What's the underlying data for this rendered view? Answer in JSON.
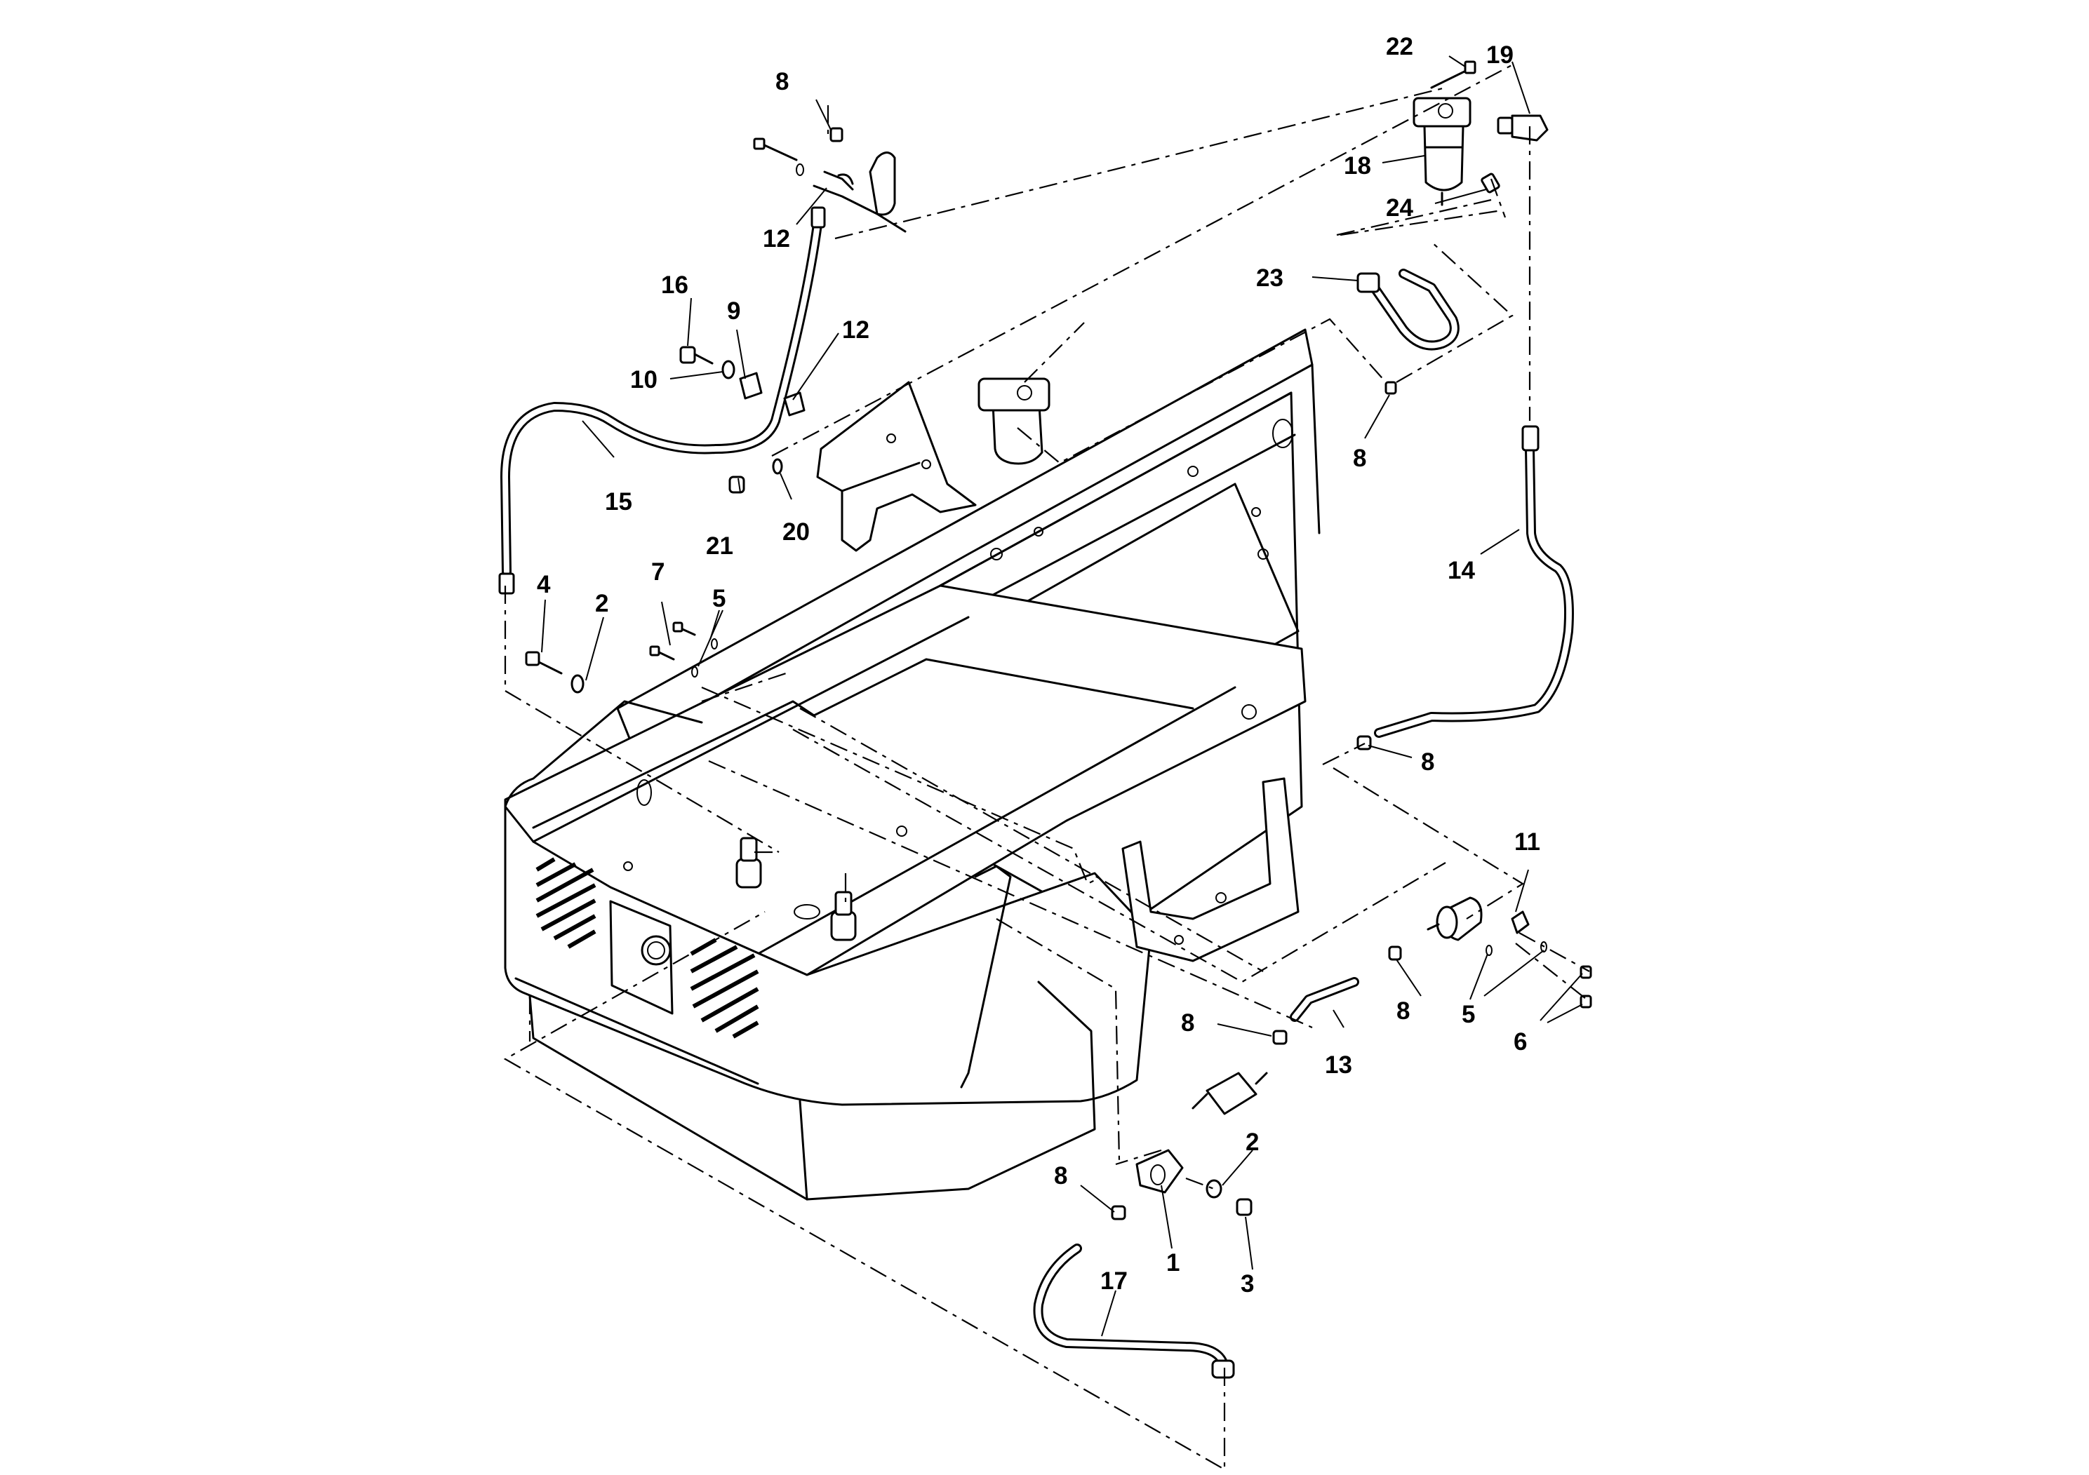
{
  "colors": {
    "line": "#000000",
    "background": "#ffffff"
  },
  "callouts": {
    "c1": "1",
    "c2a": "2",
    "c2b": "2",
    "c3": "3",
    "c4": "4",
    "c5a": "5",
    "c5b": "5",
    "c6": "6",
    "c7": "7",
    "c8a": "8",
    "c8b": "8",
    "c8c": "8",
    "c8d": "8",
    "c8e": "8",
    "c8f": "8",
    "c9": "9",
    "c10": "10",
    "c11": "11",
    "c12a": "12",
    "c12b": "12",
    "c13": "13",
    "c14": "14",
    "c15": "15",
    "c16": "16",
    "c17": "17",
    "c18": "18",
    "c19": "19",
    "c20": "20",
    "c21": "21",
    "c22": "22",
    "c23": "23",
    "c24": "24"
  }
}
